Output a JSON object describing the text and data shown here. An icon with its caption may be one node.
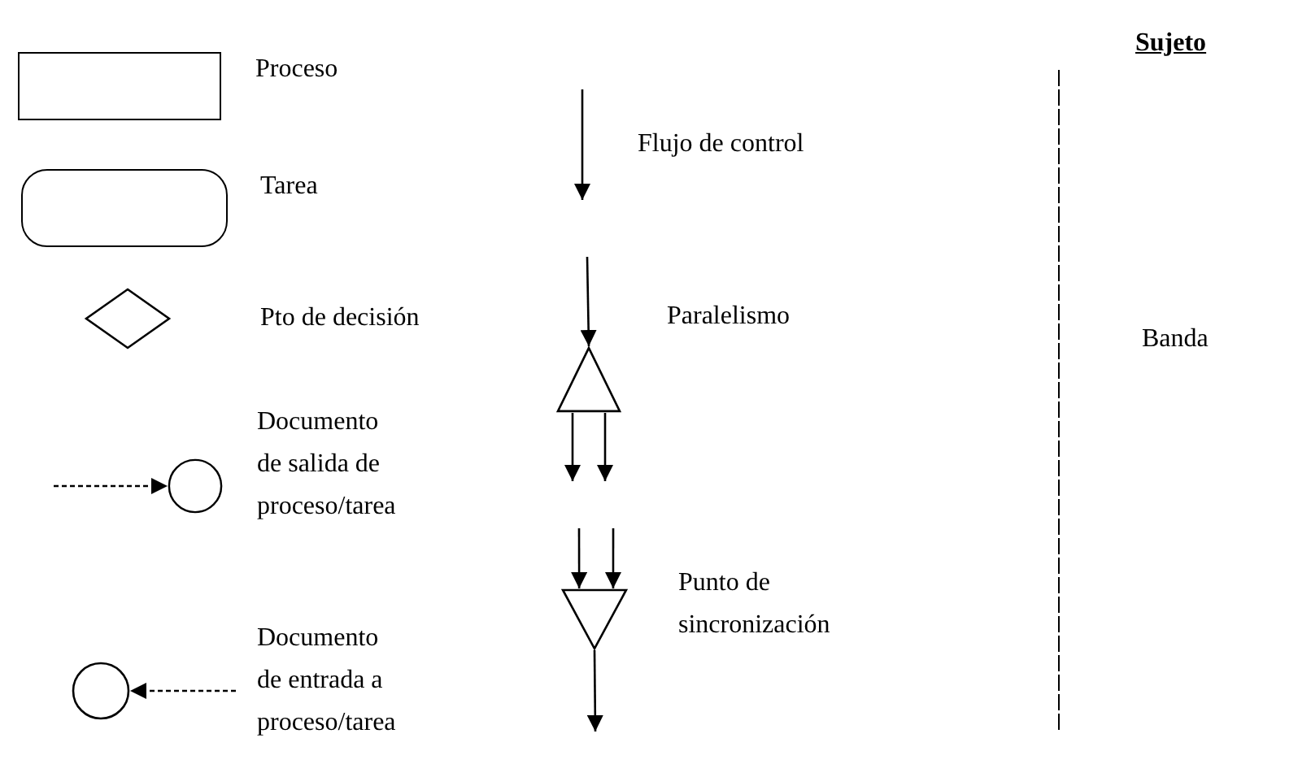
{
  "diagram": {
    "nodes": [
      {
        "text": [],
        "shape": "box",
        "beside": [
          "Proceso"
        ]
      },
      {
        "text": [],
        "shape": "rounded",
        "beside": [
          "Tarea"
        ]
      },
      {
        "text": [],
        "shape": "diamond",
        "beside": [
          "Pto de decisión"
        ]
      },
      {
        "text": [],
        "shape": "circle",
        "beside": [
          "Documento de salida de proceso/tarea"
        ]
      },
      {
        "text": [],
        "shape": "circle"
      },
      {
        "text": [],
        "shape": "triangle",
        "beside": [
          "Paralelismo"
        ]
      },
      {
        "text": [],
        "shape": "triangle",
        "beside": [
          "Punto de sincronización"
        ]
      }
    ],
    "edges": [
      {
        "from": null,
        "to": 3,
        "arrow": "to",
        "style": "dashed"
      },
      {
        "from": null,
        "to": 4,
        "arrow": "to",
        "style": "dashed"
      },
      {
        "from": null,
        "to": 5,
        "arrow": "to"
      },
      {
        "from": 5,
        "to": null,
        "arrow": "to"
      },
      {
        "from": 5,
        "to": null,
        "arrow": "to"
      },
      {
        "from": null,
        "to": 6,
        "arrow": "to"
      },
      {
        "from": null,
        "to": 6,
        "arrow": "to"
      },
      {
        "from": 6,
        "to": null,
        "arrow": "to"
      }
    ],
    "labels": [
      "Flujo de control",
      "Documento de entrada a proceso/tarea",
      "Sujeto",
      "Banda"
    ]
  }
}
